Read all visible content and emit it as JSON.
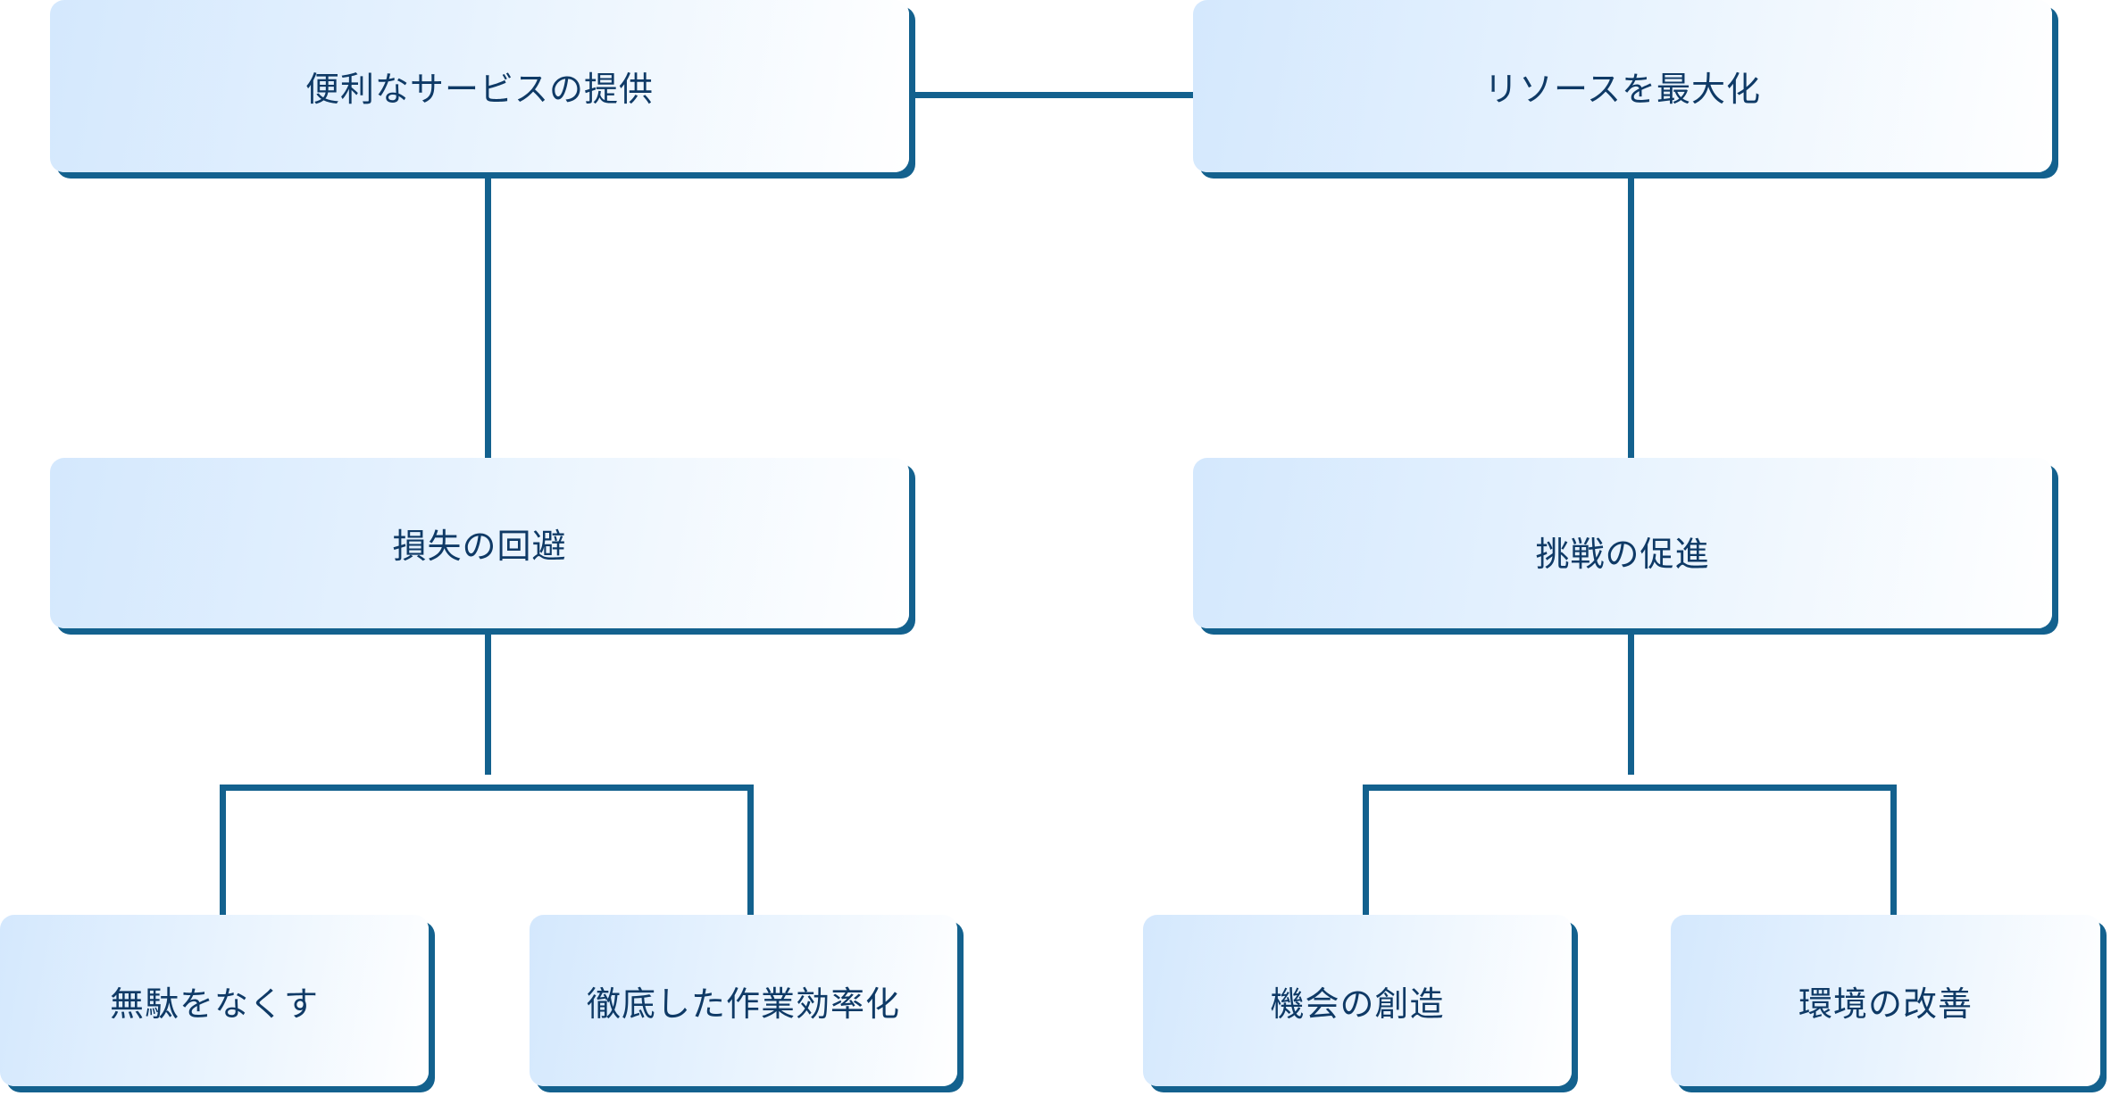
{
  "nodes": {
    "convenient_service": "便利なサービスの提供",
    "maximize_resources": "リソースを最大化",
    "loss_avoidance": "損失の回避",
    "promote_challenge": "挑戦の促進",
    "eliminate_waste": "無駄をなくす",
    "thorough_efficiency": "徹底した作業効率化",
    "create_opportunity": "機会の創造",
    "improve_environment": "環境の改善"
  },
  "colors": {
    "line": "#13618e",
    "text": "#0f3a66",
    "box_start": "#d4e8fd",
    "box_end": "#ffffff"
  }
}
